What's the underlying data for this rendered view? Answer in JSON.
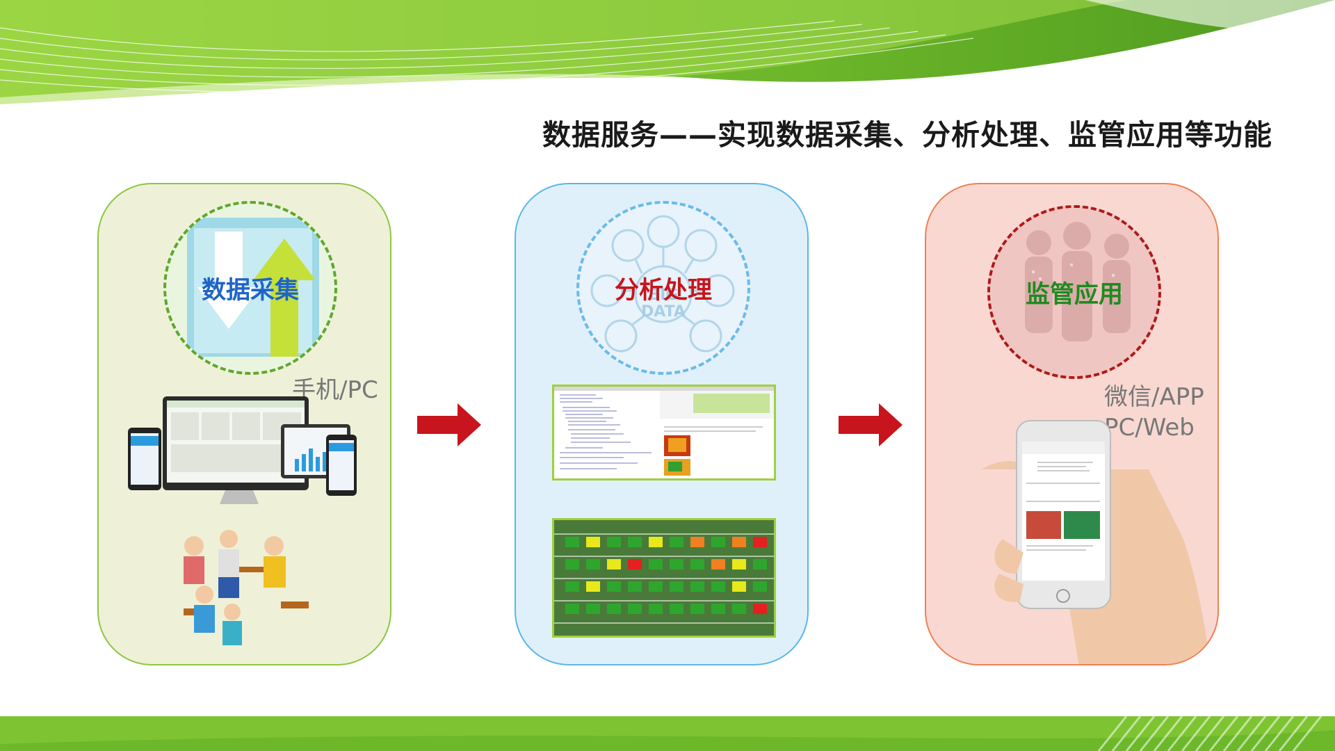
{
  "title": "数据服务——实现数据采集、分析处理、监管应用等功能",
  "colors": {
    "brand_green": "#7dc02a",
    "collect_accent": "#8dc63f",
    "analyze_accent": "#5ab6e8",
    "supervise_accent": "#f08050",
    "arrow_red": "#c8141c"
  },
  "panels": [
    {
      "id": "collect",
      "label": "数据采集",
      "label_color": "#1e64c8",
      "platforms": [
        "手机/PC"
      ],
      "icon": "folder-upload-download-icon"
    },
    {
      "id": "analyze",
      "label": "分析处理",
      "label_color": "#c8141c",
      "platforms": [],
      "icon": "big-data-icon"
    },
    {
      "id": "supervise",
      "label": "监管应用",
      "label_color": "#1f8a1f",
      "platforms": [
        "微信/APP",
        "PC/Web"
      ],
      "icon": "digital-people-icon"
    }
  ],
  "heatmap": {
    "rows": [
      [
        "green",
        "yellow",
        "green",
        "green",
        "yellow",
        "green",
        "orange",
        "green",
        "orange",
        "red"
      ],
      [
        "green",
        "green",
        "yellow",
        "red",
        "green",
        "green",
        "green",
        "orange",
        "yellow",
        "green"
      ],
      [
        "green",
        "yellow",
        "green",
        "green",
        "green",
        "green",
        "green",
        "green",
        "yellow",
        "green"
      ],
      [
        "green",
        "green",
        "green",
        "green",
        "green",
        "green",
        "green",
        "green",
        "green",
        "red"
      ]
    ],
    "palette": {
      "green": "#2ea62e",
      "yellow": "#e8e81a",
      "orange": "#f08020",
      "red": "#e42020"
    }
  }
}
